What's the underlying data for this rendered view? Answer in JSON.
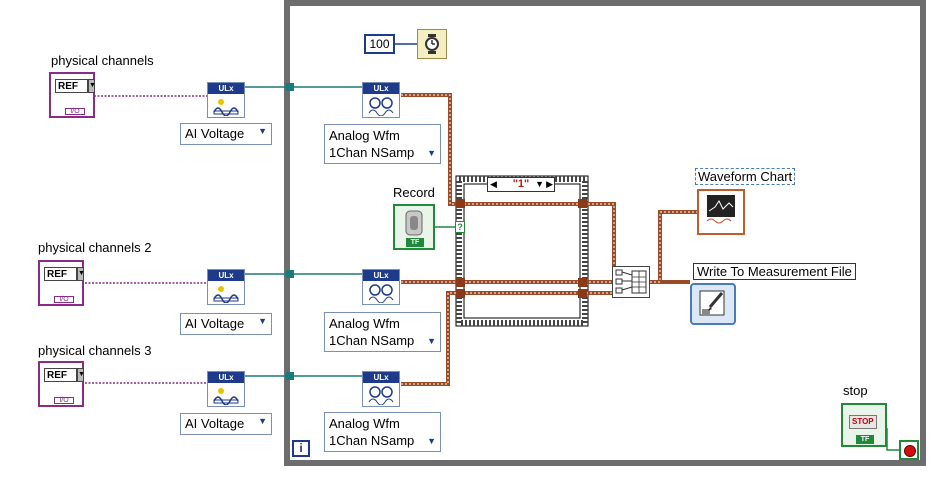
{
  "controls": [
    {
      "label": "physical channels",
      "value": "REF"
    },
    {
      "label": "physical channels 2",
      "value": "REF"
    },
    {
      "label": "physical channels 3",
      "value": "REF"
    }
  ],
  "control_io_text": "I/O",
  "vi_header": "ULx",
  "task_vis": [
    {
      "selector": "AI Voltage"
    },
    {
      "selector": "AI Voltage"
    },
    {
      "selector": "AI Voltage"
    }
  ],
  "read_vis": [
    {
      "selector_line1": "Analog Wfm",
      "selector_line2": "1Chan NSamp"
    },
    {
      "selector_line1": "Analog Wfm",
      "selector_line2": "1Chan NSamp"
    },
    {
      "selector_line1": "Analog Wfm",
      "selector_line2": "1Chan NSamp"
    }
  ],
  "wait_constant": "100",
  "record": {
    "label": "Record",
    "tf": "TF",
    "selector_node": "?"
  },
  "case_structure": {
    "selector": "\"1\""
  },
  "waveform_chart": {
    "label": "Waveform Chart"
  },
  "write_file": {
    "label": "Write To Measurement File"
  },
  "stop": {
    "label": "stop",
    "button": "STOP",
    "tf": "TF"
  },
  "loop_iteration": "i",
  "colors": {
    "loop_border": "#6d6d6d",
    "dynamic_wire": "#9b4a26",
    "task_wire": "#1c7a7a",
    "boolean_wire": "#1f8a3a",
    "io_wire": "#8a2a8a",
    "vi_header": "#1e3a8a"
  }
}
